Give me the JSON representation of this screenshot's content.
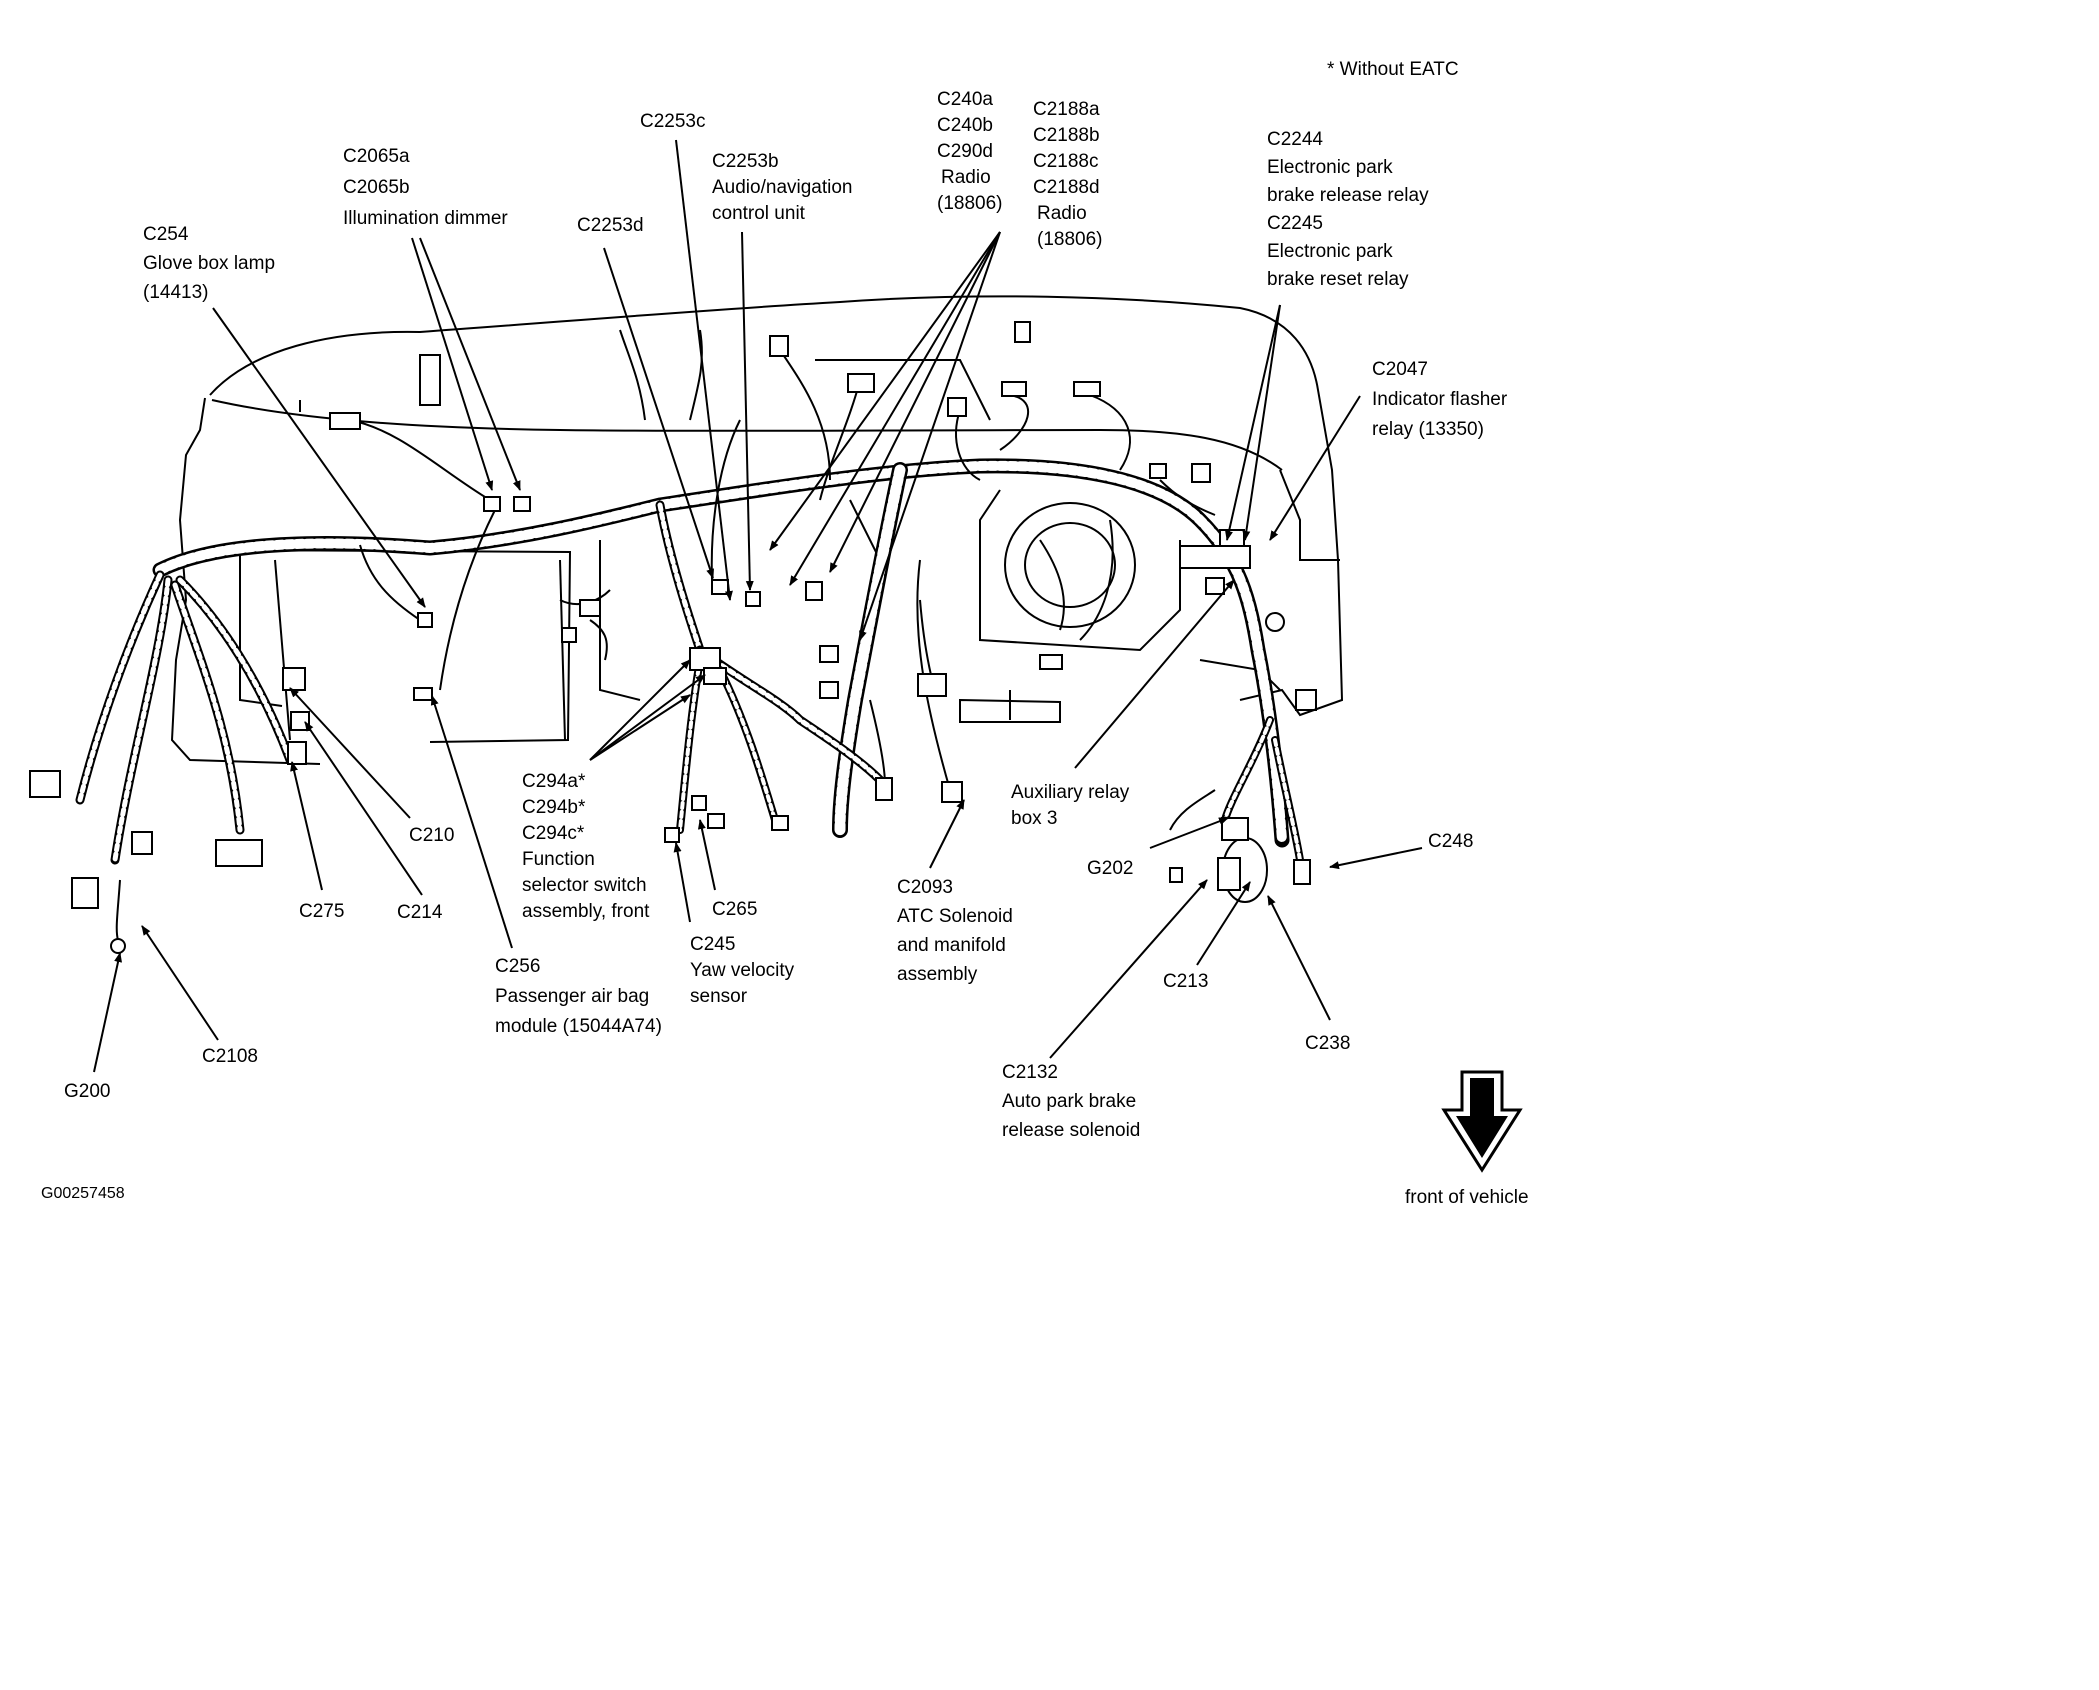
{
  "note": "* Without EATC",
  "figure_id": "G00257458",
  "direction_label": "front of vehicle",
  "labels": {
    "c2065": [
      "C2065a",
      "C2065b",
      "Illumination dimmer"
    ],
    "c254": [
      "C254",
      "Glove box lamp",
      "(14413)"
    ],
    "c2253c": [
      "C2253c"
    ],
    "c2253d": [
      "C2253d"
    ],
    "c2253b": [
      "C2253b",
      "Audio/navigation",
      "control unit"
    ],
    "c240": [
      "C240a",
      "C240b",
      "C290d",
      "Radio",
      "(18806)"
    ],
    "c2188": [
      "C2188a",
      "C2188b",
      "C2188c",
      "C2188d",
      "Radio",
      "(18806)"
    ],
    "c2244": [
      "C2244",
      "Electronic park",
      "brake release relay",
      "C2245",
      "Electronic park",
      "brake reset relay"
    ],
    "c2047": [
      "C2047",
      "Indicator flasher",
      "relay (13350)"
    ],
    "c294": [
      "C294a*",
      "C294b*",
      "C294c*",
      "Function",
      "selector switch",
      "assembly, front"
    ],
    "c210": [
      "C210"
    ],
    "c275": [
      "C275"
    ],
    "c214": [
      "C214"
    ],
    "c256": [
      "C256",
      "Passenger air bag",
      "module (15044A74)"
    ],
    "c265": [
      "C265"
    ],
    "c245": [
      "C245",
      "Yaw velocity",
      "sensor"
    ],
    "c2093": [
      "C2093",
      "ATC Solenoid",
      "and manifold",
      "assembly"
    ],
    "aux": [
      "Auxiliary relay",
      "box 3"
    ],
    "g202": [
      "G202"
    ],
    "c248": [
      "C248"
    ],
    "c213": [
      "C213"
    ],
    "c238": [
      "C238"
    ],
    "c2132": [
      "C2132",
      "Auto park brake",
      "release solenoid"
    ],
    "c2108": [
      "C2108"
    ],
    "g200": [
      "G200"
    ]
  }
}
